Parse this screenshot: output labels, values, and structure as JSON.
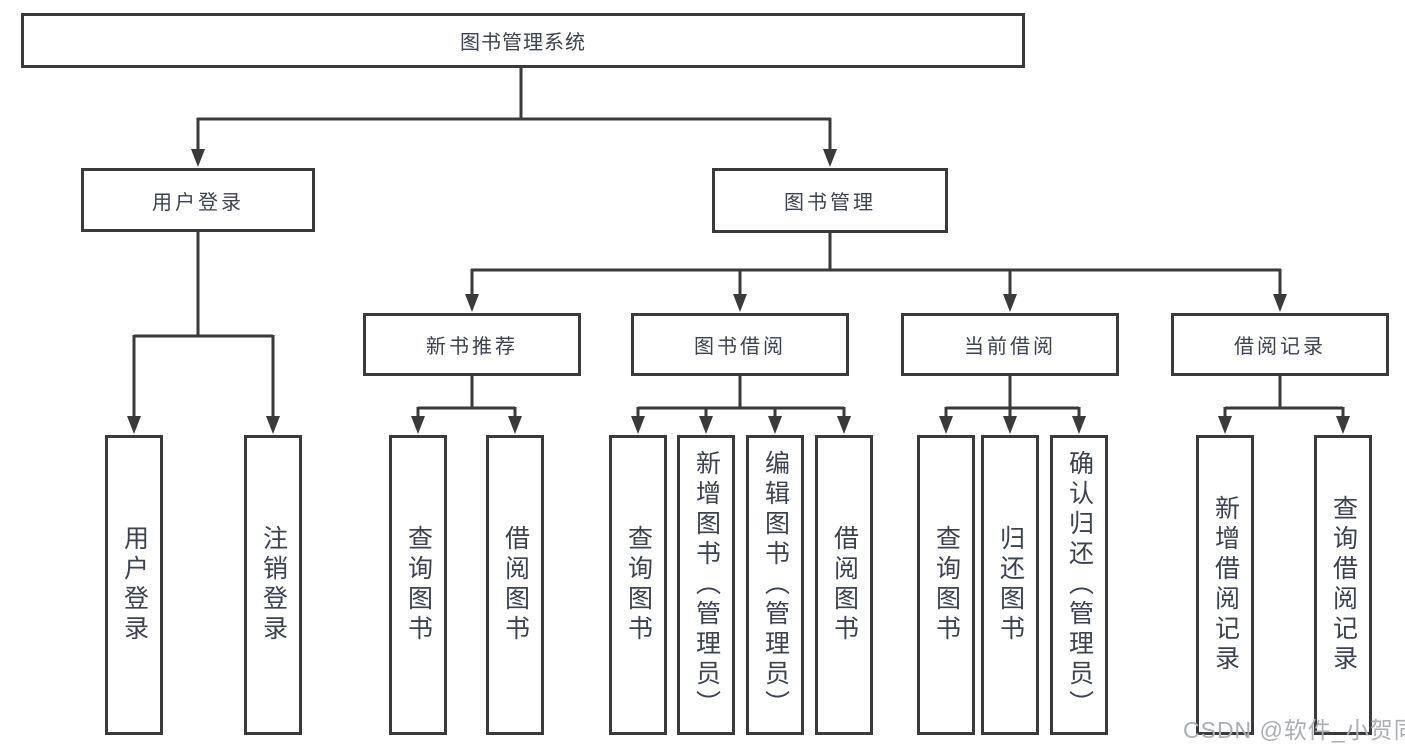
{
  "diagram": {
    "type": "hierarchy-tree",
    "colors": {
      "line": "#3a3a3a",
      "box_border": "#3a3a3a",
      "box_fill": "#ffffff",
      "text": "#3c4250",
      "background": "#ffffff",
      "watermark_text_color": "#abaeb3"
    },
    "hierarchy": {
      "label": "图书管理系统",
      "children": [
        {
          "label": "用户登录",
          "children": [
            {
              "label": "用户登录"
            },
            {
              "label": "注销登录"
            }
          ]
        },
        {
          "label": "图书管理",
          "children": [
            {
              "label": "新书推荐",
              "children": [
                {
                  "label": "查询图书"
                },
                {
                  "label": "借阅图书"
                }
              ]
            },
            {
              "label": "图书借阅",
              "children": [
                {
                  "label": "查询图书"
                },
                {
                  "label": "新增图书（管理员）"
                },
                {
                  "label": "编辑图书（管理员）"
                },
                {
                  "label": "借阅图书"
                }
              ]
            },
            {
              "label": "当前借阅",
              "children": [
                {
                  "label": "查询图书"
                },
                {
                  "label": "归还图书"
                },
                {
                  "label": "确认归还（管理员）"
                }
              ]
            },
            {
              "label": "借阅记录",
              "children": [
                {
                  "label": "新增借阅记录"
                },
                {
                  "label": "查询借阅记录"
                }
              ]
            }
          ]
        }
      ]
    },
    "watermark": "CSDN @软件_小贺同学"
  }
}
